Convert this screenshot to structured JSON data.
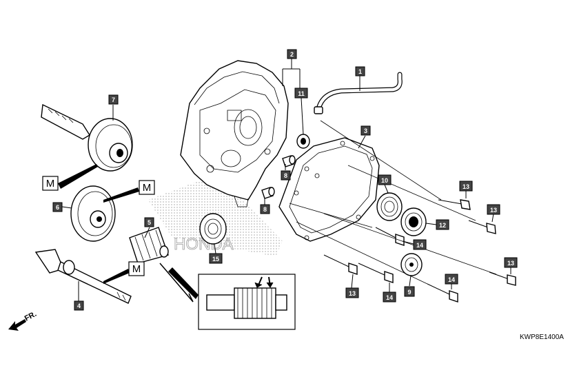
{
  "diagram": {
    "reference_code": "KWP8E1400A",
    "front_label": "FR.",
    "lube_mark": "M",
    "callouts": [
      {
        "id": "c1",
        "label": "1"
      },
      {
        "id": "c2",
        "label": "2"
      },
      {
        "id": "c3",
        "label": "3"
      },
      {
        "id": "c4",
        "label": "4"
      },
      {
        "id": "c5",
        "label": "5"
      },
      {
        "id": "c6",
        "label": "6"
      },
      {
        "id": "c7",
        "label": "7"
      },
      {
        "id": "c8a",
        "label": "8"
      },
      {
        "id": "c8b",
        "label": "8"
      },
      {
        "id": "c9",
        "label": "9"
      },
      {
        "id": "c10",
        "label": "10"
      },
      {
        "id": "c11",
        "label": "11"
      },
      {
        "id": "c12",
        "label": "12"
      },
      {
        "id": "c13a",
        "label": "13"
      },
      {
        "id": "c13b",
        "label": "13"
      },
      {
        "id": "c13c",
        "label": "13"
      },
      {
        "id": "c13d",
        "label": "13"
      },
      {
        "id": "c14a",
        "label": "14"
      },
      {
        "id": "c14b",
        "label": "14"
      },
      {
        "id": "c14c",
        "label": "14"
      },
      {
        "id": "c15",
        "label": "15"
      }
    ]
  }
}
